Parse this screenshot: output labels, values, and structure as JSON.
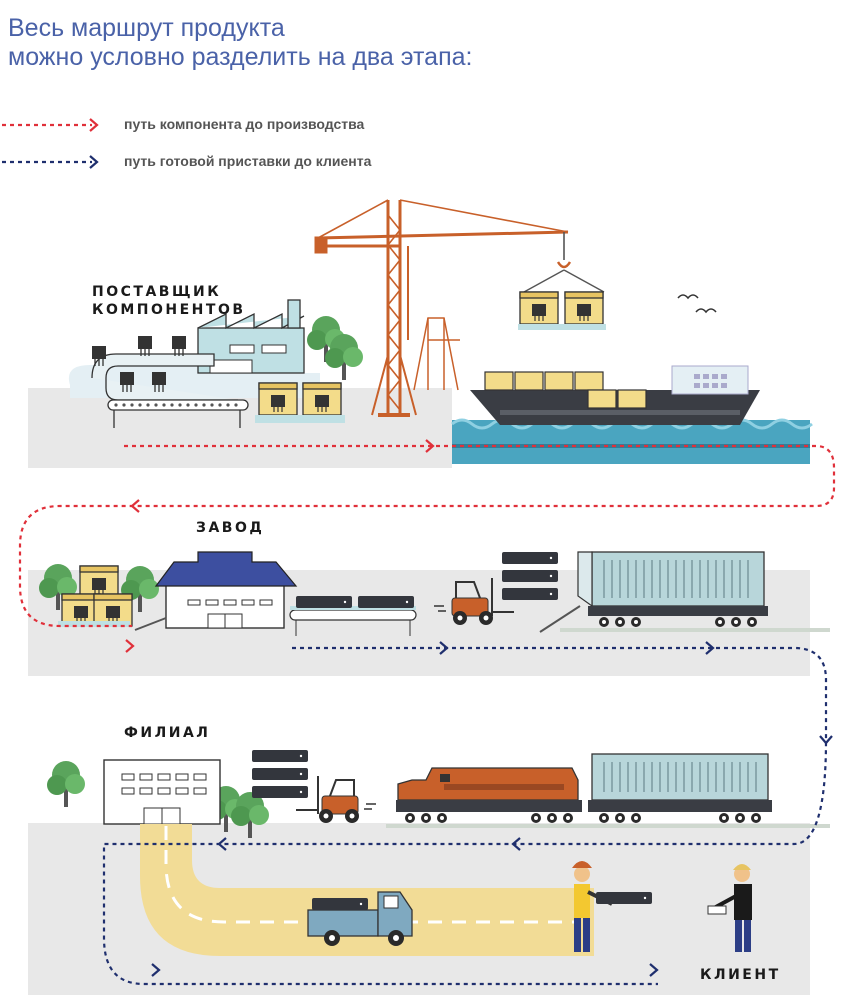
{
  "title": "Весь маршрут продукта\nможно условно разделить на два этапа:",
  "legend": [
    {
      "label": "путь компонента до производства",
      "color": "#e0303a"
    },
    {
      "label": "путь готовой приставки до клиента",
      "color": "#1f2f6e"
    }
  ],
  "labels": {
    "supplier_line1": "ПОСТАВЩИК",
    "supplier_line2": "КОМПОНЕНТОВ",
    "factory": "ЗАВОД",
    "branch": "ФИЛИАЛ",
    "client": "КЛИЕНТ"
  },
  "colors": {
    "title": "#4a62a8",
    "route_component": "#e0303a",
    "route_product": "#1f2f6e",
    "ground": "#e8e8e8",
    "crane": "#c8602a",
    "box": "#f3dc8a",
    "road": "#f2dc96",
    "roof": "#3d4fa0",
    "train": "#c8602a",
    "container": "#b8d6da",
    "water": "#4aa5c0"
  },
  "icons": [
    "crane-icon",
    "ship-icon",
    "truck-icon",
    "forklift-icon",
    "locomotive-icon",
    "tree-icon",
    "bird-icon",
    "person-icon",
    "stb-device-icon",
    "box-icon"
  ]
}
